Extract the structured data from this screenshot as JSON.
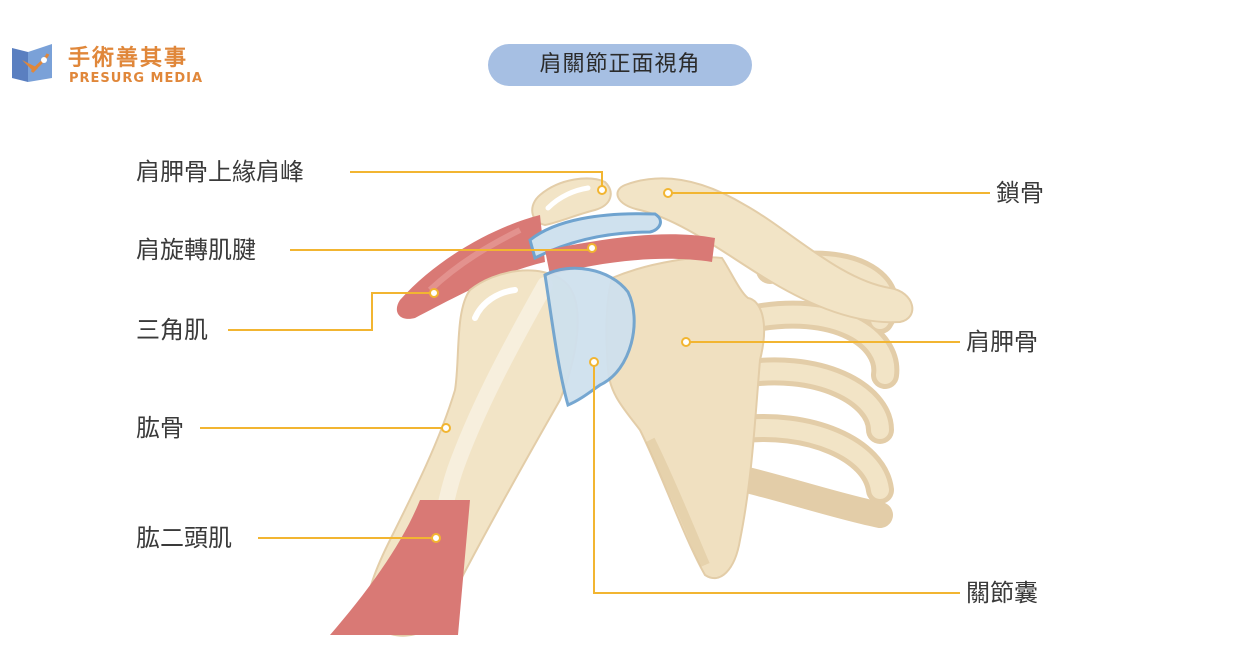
{
  "brand": {
    "name": "手術善其事",
    "sub": "PRESURG MEDIA"
  },
  "title": "肩關節正面視角",
  "labels": {
    "acromion": "肩胛骨上緣肩峰",
    "rotator_cuff": "肩旋轉肌腱",
    "deltoid": "三角肌",
    "humerus": "肱骨",
    "biceps": "肱二頭肌",
    "clavicle": "鎖骨",
    "scapula": "肩胛骨",
    "capsule": "關節囊"
  },
  "colors": {
    "bone": "#f2e4c6",
    "bone_dark": "#e7d2ae",
    "muscle": "#d97975",
    "capsule_fill": "#cfe1ee",
    "capsule_stroke": "#6fa3cf",
    "leader": "#f2b531",
    "brand": "#e0873a",
    "pill": "#a6bfe3"
  }
}
